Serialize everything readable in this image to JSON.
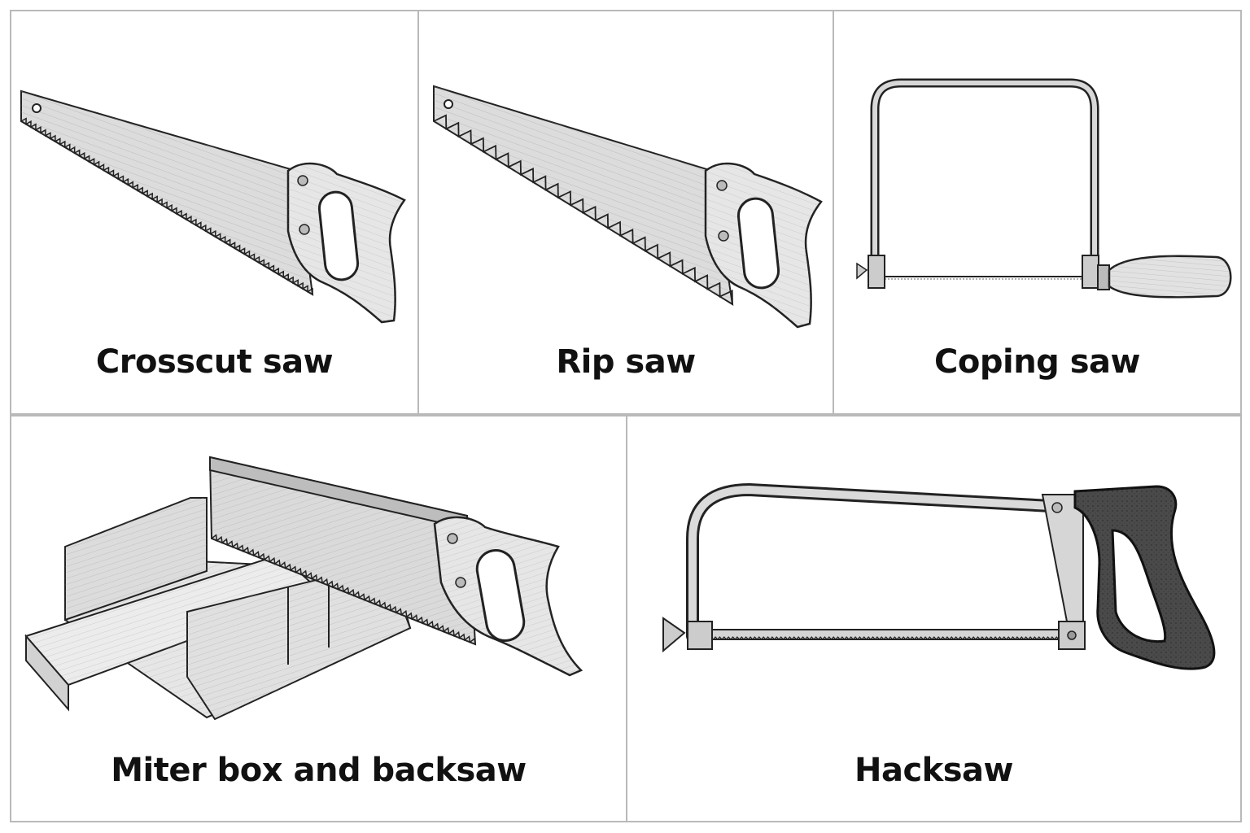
{
  "panels": [
    {
      "label": "Crosscut saw",
      "icon": "crosscut-saw-icon"
    },
    {
      "label": "Rip saw",
      "icon": "rip-saw-icon"
    },
    {
      "label": "Coping saw",
      "icon": "coping-saw-icon"
    },
    {
      "label": "Miter box and backsaw",
      "icon": "miter-box-backsaw-icon"
    },
    {
      "label": "Hacksaw",
      "icon": "hacksaw-icon"
    }
  ],
  "colors": {
    "border": "#b9b9b9",
    "ink": "#111111",
    "metal": "#d7d7d7",
    "wood": "#e4e4e4",
    "grip": "#4a4a4a"
  }
}
